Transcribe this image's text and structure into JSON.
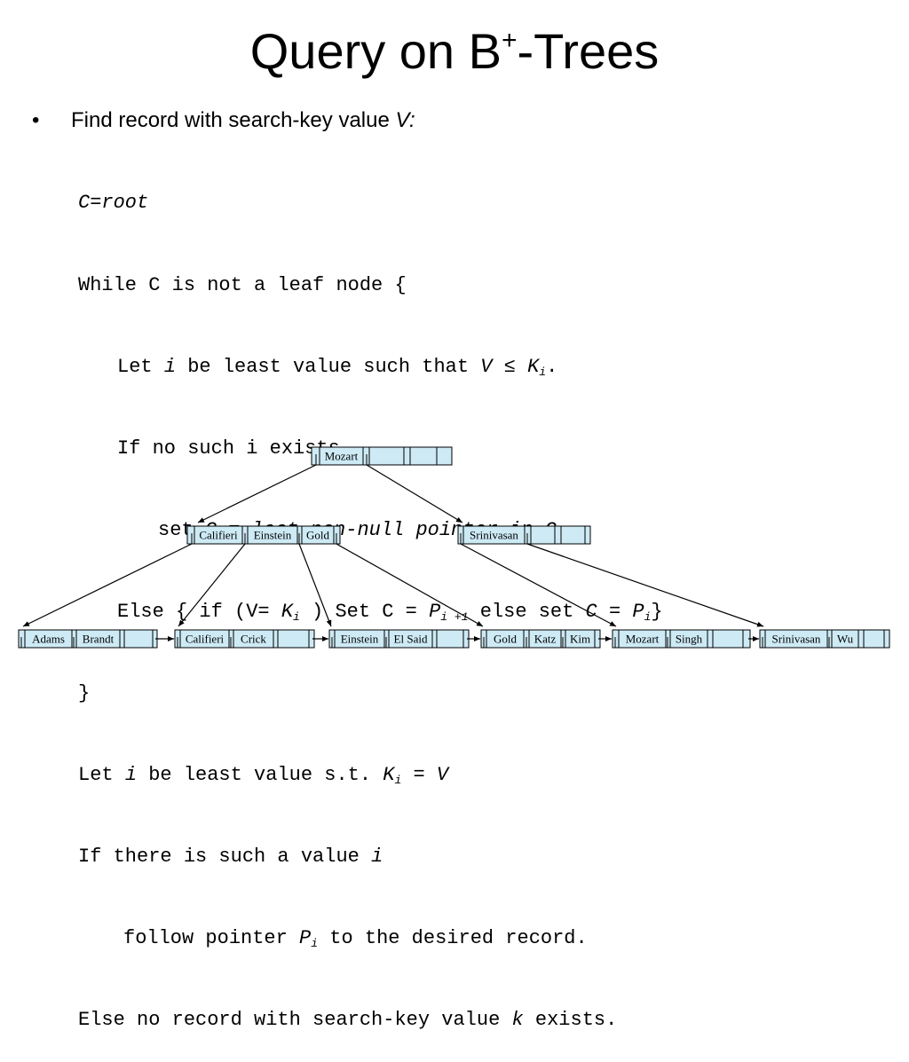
{
  "slide": {
    "title": "Query on B",
    "title_sup": "+",
    "title_tail": "-Trees",
    "bullet_char": "•",
    "bullet_text": "Find record with search-key value ",
    "bullet_var": "V:"
  },
  "code": {
    "l1": "C=root",
    "l2": "While C is not a leaf node {",
    "l3_a": "Let ",
    "l3_b": "i",
    "l3_c": " be least value such that ",
    "l3_d": "V",
    "l3_e": " ≤ ",
    "l3_f": "K",
    "l3_g": "i",
    "l3_h": ".",
    "l4": "If no such i exists",
    "l5_a": "set ",
    "l5_b": "C",
    "l5_c": " = ",
    "l5_d": "last non-null pointer in C",
    "l6_a": "Else { if (V= ",
    "l6_b": "K",
    "l6_c": "i",
    "l6_d": " ) Set C = ",
    "l6_e": "P",
    "l6_f": "i +1",
    "l6_g": " else set ",
    "l6_h": "C",
    "l6_i": " = ",
    "l6_j": "P",
    "l6_k": "i",
    "l6_l": "}",
    "l7": "}",
    "l8_a": "Let ",
    "l8_b": "i",
    "l8_c": " be least value s.t. ",
    "l8_d": "K",
    "l8_e": "i",
    "l8_f": " = ",
    "l8_g": "V",
    "l9_a": "If there is such a value ",
    "l9_b": "i",
    "l10_a": "follow pointer ",
    "l10_b": "P",
    "l10_c": "i",
    "l10_d": " to the desired record.",
    "l11_a": "Else no record with search-key value ",
    "l11_b": "k",
    "l11_c": " exists."
  },
  "tree": {
    "colors": {
      "node_fill": "#cdeaf5",
      "stroke": "#000000"
    },
    "root": {
      "keys": [
        "Mozart"
      ]
    },
    "internal": [
      {
        "keys": [
          "Califieri",
          "Einstein",
          "Gold"
        ]
      },
      {
        "keys": [
          "Srinivasan"
        ]
      }
    ],
    "leaves": [
      {
        "keys": [
          "Adams",
          "Brandt"
        ]
      },
      {
        "keys": [
          "Califieri",
          "Crick"
        ]
      },
      {
        "keys": [
          "Einstein",
          "El Said"
        ]
      },
      {
        "keys": [
          "Gold",
          "Katz",
          "Kim"
        ]
      },
      {
        "keys": [
          "Mozart",
          "Singh"
        ]
      },
      {
        "keys": [
          "Srinivasan",
          "Wu"
        ]
      }
    ]
  }
}
